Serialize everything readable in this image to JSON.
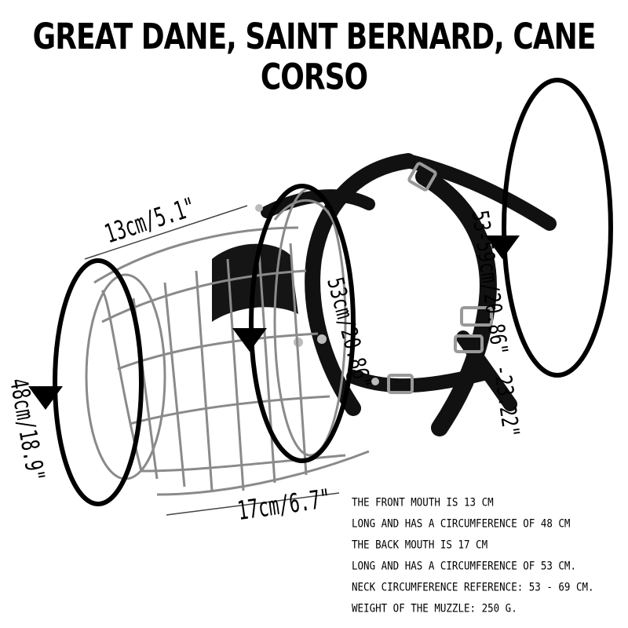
{
  "title": "GREAT DANE, SAINT BERNARD, CANE CORSO",
  "dimensions": {
    "top_length": "13cm/5.1\"",
    "front_circumference": "48cm/18.9\"",
    "back_circumference": "53cm/20.86\"",
    "bottom_length": "17cm/6.7\"",
    "neck_strap": "53-59cm/20.86\" -23.22\""
  },
  "notes": [
    "THE FRONT MOUTH IS 13 CM",
    "LONG AND HAS A CIRCUMFERENCE OF 48 CM",
    "THE BACK MOUTH IS 17 CM",
    "LONG AND HAS A CIRCUMFERENCE OF 53 CM.",
    "NECK CIRCUMFERENCE REFERENCE: 53 - 69 CM.",
    "WEIGHT OF THE MUZZLE: 250 G."
  ]
}
